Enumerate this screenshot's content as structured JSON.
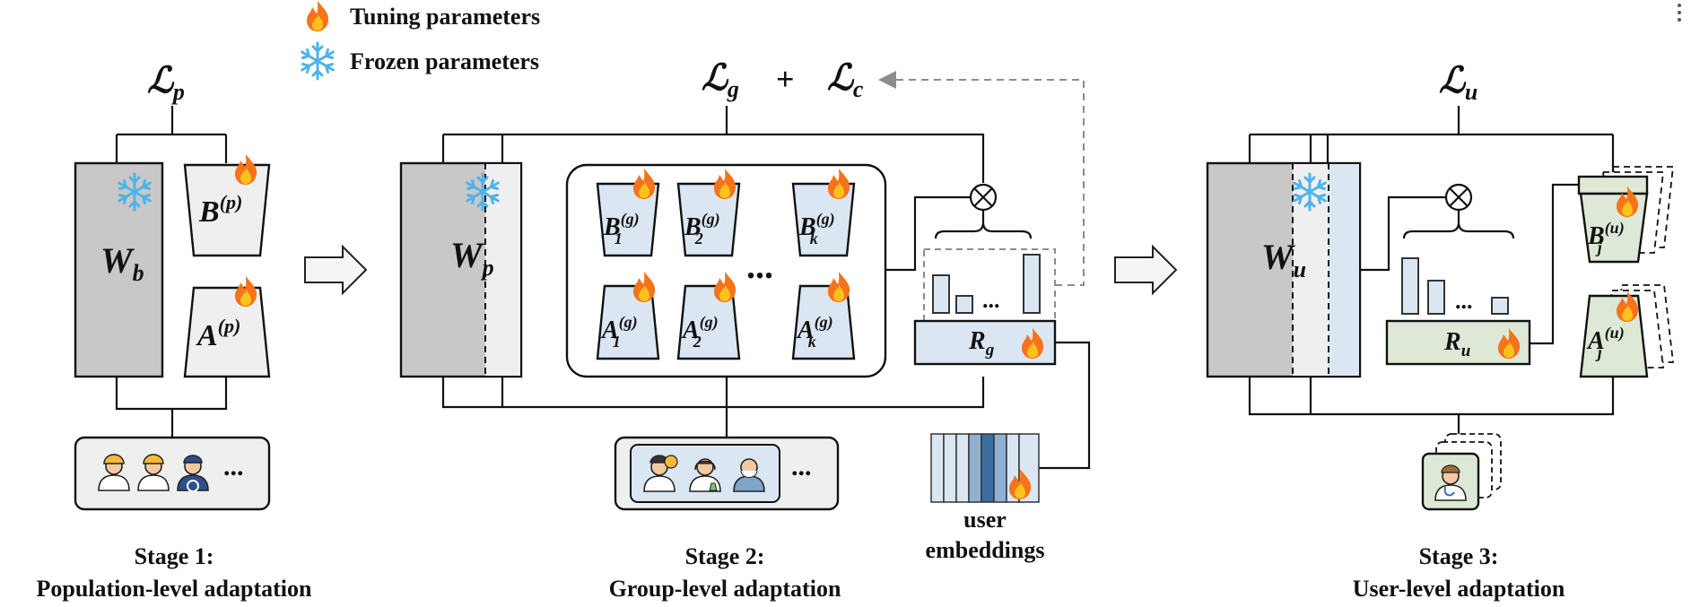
{
  "legend": {
    "tuning": "Tuning parameters",
    "frozen": "Frozen parameters"
  },
  "stage1": {
    "loss": "ℒ",
    "loss_sub": "p",
    "base": "W",
    "base_sub": "b",
    "B": "B",
    "B_sup": "(p)",
    "A": "A",
    "A_sup": "(p)",
    "dots": "...",
    "caption_line1": "Stage 1:",
    "caption_line2": "Population-level adaptation"
  },
  "stage2": {
    "loss_g": "ℒ",
    "loss_g_sub": "g",
    "plus": "+",
    "loss_c": "ℒ",
    "loss_c_sub": "c",
    "base": "W",
    "base_sub": "p",
    "B1": "B",
    "B1_sub": "1",
    "B1_sup": "(g)",
    "B2": "B",
    "B2_sub": "2",
    "B2_sup": "(g)",
    "Bk": "B",
    "Bk_sub": "k",
    "Bk_sup": "(g)",
    "A1": "A",
    "A1_sub": "1",
    "A1_sup": "(g)",
    "A2": "A",
    "A2_sub": "2",
    "A2_sup": "(g)",
    "Ak": "A",
    "Ak_sub": "k",
    "Ak_sup": "(g)",
    "module_dots": "...",
    "router": "R",
    "router_sub": "g",
    "hist_dots": "...",
    "group_dots": "...",
    "emb_line1": "user",
    "emb_line2": "embeddings",
    "caption_line1": "Stage 2:",
    "caption_line2": "Group-level adaptation"
  },
  "stage3": {
    "loss": "ℒ",
    "loss_sub": "u",
    "base": "W",
    "base_sub": "u",
    "router": "R",
    "router_sub": "u",
    "hist_dots": "...",
    "B": "B",
    "B_sub": "j",
    "B_sup": "(u)",
    "A": "A",
    "A_sub": "j",
    "A_sup": "(u)",
    "caption_line1": "Stage 3:",
    "caption_line2": "User-level adaptation"
  },
  "colors": {
    "frozen_gray": "#c9c7c7",
    "light_gray": "#eeeeee",
    "group_blue": "#dbe6f3",
    "user_green": "#dde9d6",
    "flame_outer": "#f5731a",
    "flame_inner": "#ffc21c",
    "snow": "#4fb3e8",
    "dashed": "#8c8c8c",
    "emb_dark": "#3d6ea0"
  },
  "icons": [
    "fire-icon",
    "snowflake-icon",
    "worker-icon",
    "driver-icon",
    "doctor-icon",
    "scientist-icon",
    "elder-icon",
    "banker-icon",
    "arrow-right-icon",
    "multiply-icon"
  ]
}
